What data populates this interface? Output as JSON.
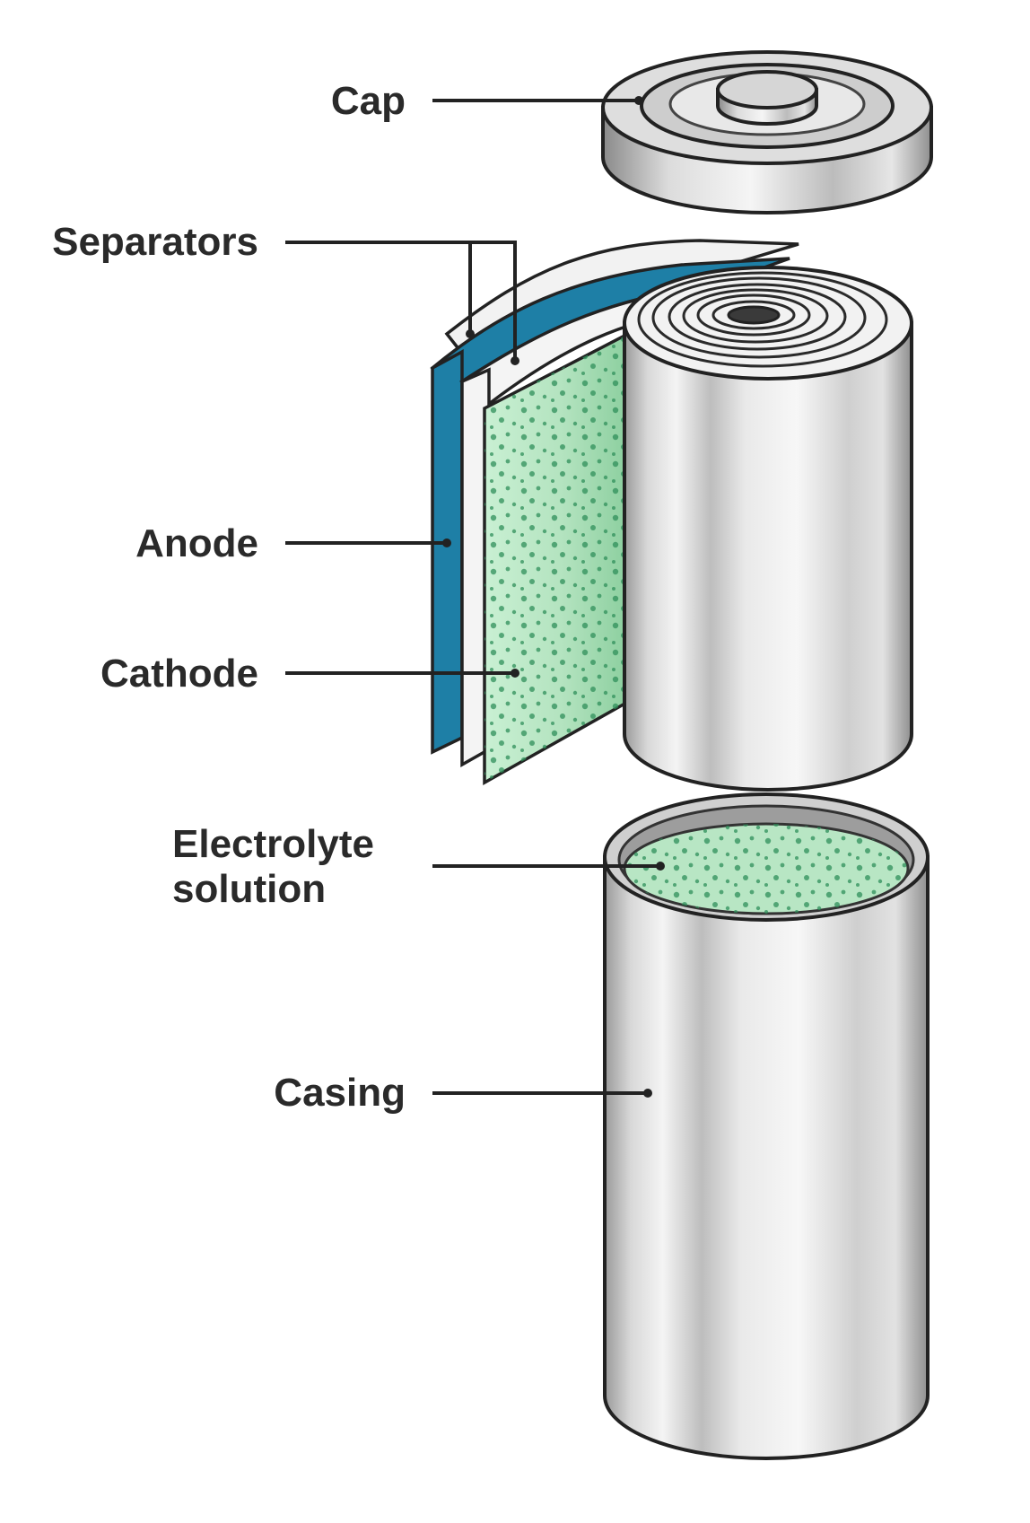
{
  "labels": {
    "cap": "Cap",
    "separators": "Separators",
    "anode": "Anode",
    "cathode": "Cathode",
    "electrolyte_line1": "Electrolyte",
    "electrolyte_line2": "solution",
    "casing": "Casing"
  },
  "colors": {
    "metal_light": "#ececec",
    "metal_mid": "#c9c9c9",
    "metal_dark": "#8e8e8e",
    "anode_blue": "#1e7fa6",
    "cathode_green": "#b8e6c4",
    "dot_green": "#2e8b57",
    "outline": "#222222"
  }
}
